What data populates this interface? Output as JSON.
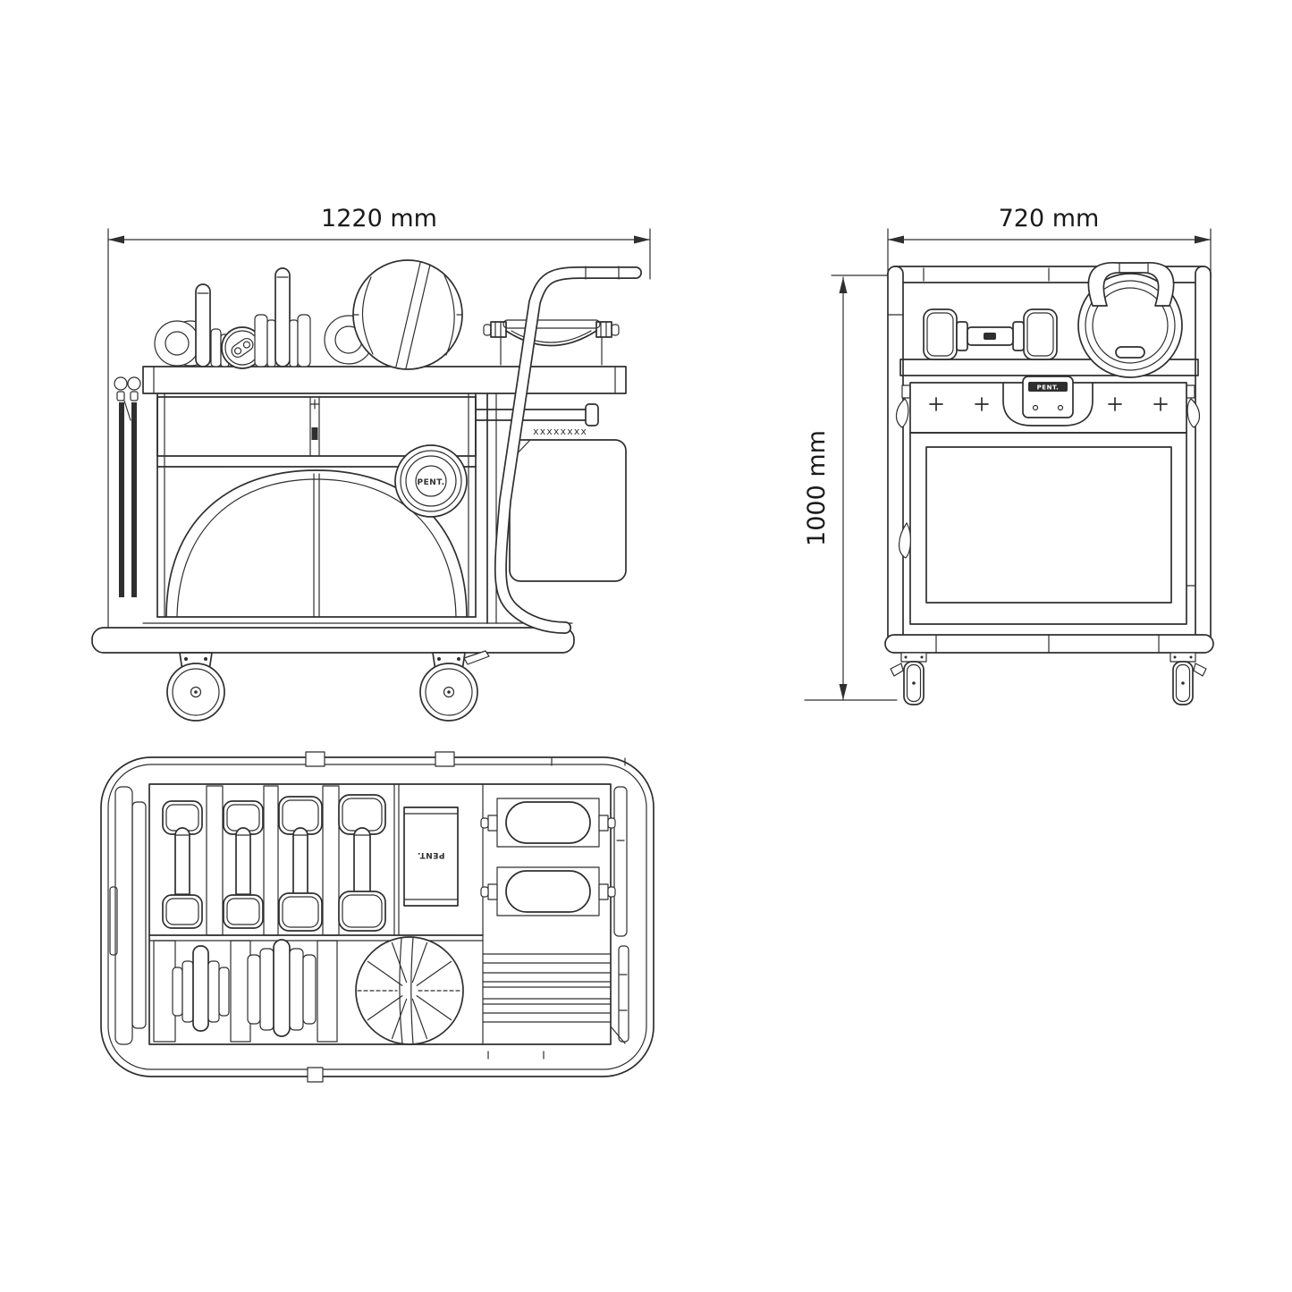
{
  "meta": {
    "document_type": "technical-drawing",
    "background_color": "#ffffff",
    "line_color": "#2f2f2f",
    "text_color": "#1a1a1a"
  },
  "front_view": {
    "name": "front-elevation",
    "width_label": "1220 mm",
    "badge_text": "PENT.",
    "stitch_text": "xxxxxxxx",
    "equipment": [
      "weight-plates",
      "barbell-posts",
      "medicine-ball",
      "kettlebell-cradle",
      "drawer",
      "arched-doors",
      "resistance-bands",
      "hanging-bag",
      "push-handle",
      "casters"
    ]
  },
  "side_view": {
    "name": "side-elevation",
    "width_label": "720 mm",
    "height_label": "1000 mm",
    "handle_label": "PENT.",
    "equipment": [
      "dumbbell",
      "kettlebell",
      "latch-panel",
      "side-panel",
      "casters"
    ]
  },
  "top_view": {
    "name": "top-plan",
    "mat_label": "PENT.",
    "equipment": [
      "dumbbells-x4",
      "exercise-mat",
      "foam-rollers-x2",
      "weight-plate-stacks-x2",
      "medicine-ball",
      "slat-tray"
    ]
  }
}
